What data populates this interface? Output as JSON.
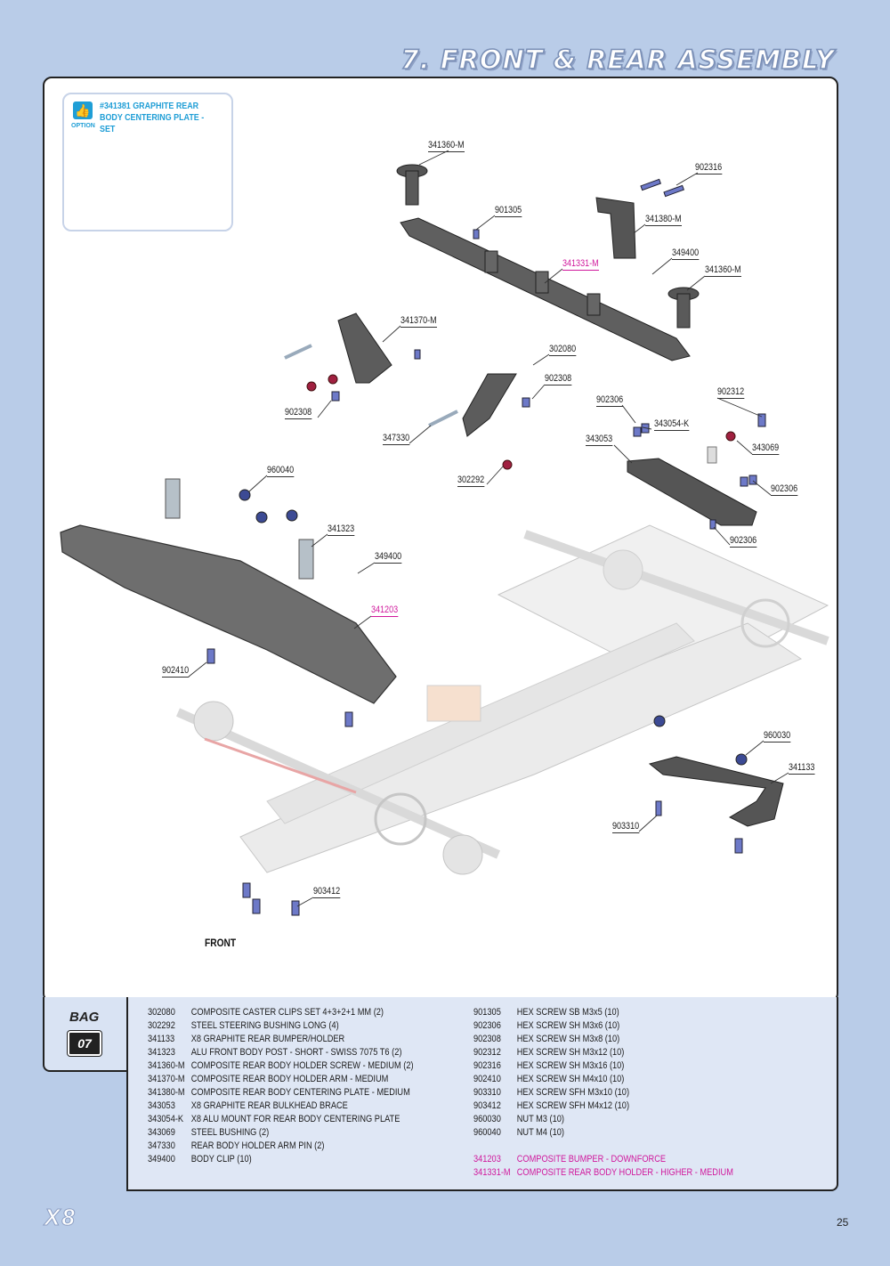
{
  "header": {
    "title": "7. FRONT & REAR ASSEMBLY"
  },
  "option": {
    "badge": "OPTION",
    "text": "#341381 GRAPHITE REAR BODY CENTERING PLATE - SET"
  },
  "callouts": {
    "c341360m_a": "341360-M",
    "c902316": "902316",
    "c901305": "901305",
    "c341380m": "341380-M",
    "c341331m": "341331-M",
    "c349400_a": "349400",
    "c341360m_b": "341360-M",
    "c341370m": "341370-M",
    "c302080": "302080",
    "c902308_a": "902308",
    "c902308_b": "902308",
    "c902306_a": "902306",
    "c902312": "902312",
    "c343054k": "343054-K",
    "c343053": "343053",
    "c343069": "343069",
    "c347330": "347330",
    "c302292": "302292",
    "c902306_b": "902306",
    "c960040": "960040",
    "c902306_c": "902306",
    "c341323": "341323",
    "c349400_b": "349400",
    "c341203": "341203",
    "c902410": "902410",
    "c960030": "960030",
    "c341133": "341133",
    "c903310": "903310",
    "c903412": "903412"
  },
  "front_label": "FRONT",
  "bag": {
    "label": "BAG",
    "number": "07"
  },
  "parts_left": [
    {
      "code": "302080",
      "desc": "COMPOSITE CASTER CLIPS SET 4+3+2+1 MM (2)"
    },
    {
      "code": "302292",
      "desc": "STEEL STEERING BUSHING LONG (4)"
    },
    {
      "code": "341133",
      "desc": "X8 GRAPHITE REAR BUMPER/HOLDER"
    },
    {
      "code": "341323",
      "desc": "ALU FRONT BODY POST - SHORT - SWISS 7075 T6 (2)"
    },
    {
      "code": "341360-M",
      "desc": "COMPOSITE REAR BODY HOLDER SCREW - MEDIUM (2)"
    },
    {
      "code": "341370-M",
      "desc": "COMPOSITE REAR BODY HOLDER ARM - MEDIUM"
    },
    {
      "code": "341380-M",
      "desc": "COMPOSITE REAR BODY CENTERING PLATE - MEDIUM"
    },
    {
      "code": "343053",
      "desc": "X8 GRAPHITE REAR BULKHEAD BRACE"
    },
    {
      "code": "343054-K",
      "desc": "X8 ALU MOUNT FOR REAR BODY CENTERING PLATE"
    },
    {
      "code": "343069",
      "desc": "STEEL BUSHING (2)"
    },
    {
      "code": "347330",
      "desc": "REAR BODY HOLDER ARM PIN (2)"
    },
    {
      "code": "349400",
      "desc": "BODY CLIP (10)"
    }
  ],
  "parts_right": [
    {
      "code": "901305",
      "desc": "HEX SCREW SB M3x5  (10)"
    },
    {
      "code": "902306",
      "desc": "HEX SCREW SH M3x6  (10)"
    },
    {
      "code": "902308",
      "desc": "HEX SCREW SH M3x8  (10)"
    },
    {
      "code": "902312",
      "desc": "HEX SCREW SH M3x12  (10)"
    },
    {
      "code": "902316",
      "desc": "HEX SCREW SH M3x16  (10)"
    },
    {
      "code": "902410",
      "desc": "HEX SCREW SH M4x10  (10)"
    },
    {
      "code": "903310",
      "desc": "HEX SCREW SFH M3x10  (10)"
    },
    {
      "code": "903412",
      "desc": "HEX SCREW SFH M4x12  (10)"
    },
    {
      "code": "960030",
      "desc": "NUT M3  (10)"
    },
    {
      "code": "960040",
      "desc": "NUT M4  (10)"
    }
  ],
  "parts_highlight": [
    {
      "code": "341203",
      "desc": "COMPOSITE BUMPER - DOWNFORCE"
    },
    {
      "code": "341331-M",
      "desc": "COMPOSITE REAR BODY HOLDER - HIGHER - MEDIUM"
    }
  ],
  "footer": {
    "logo": "X8",
    "page": "25"
  },
  "colors": {
    "background": "#b9cce8",
    "highlight": "#d0189c",
    "option": "#1f9ed6"
  }
}
